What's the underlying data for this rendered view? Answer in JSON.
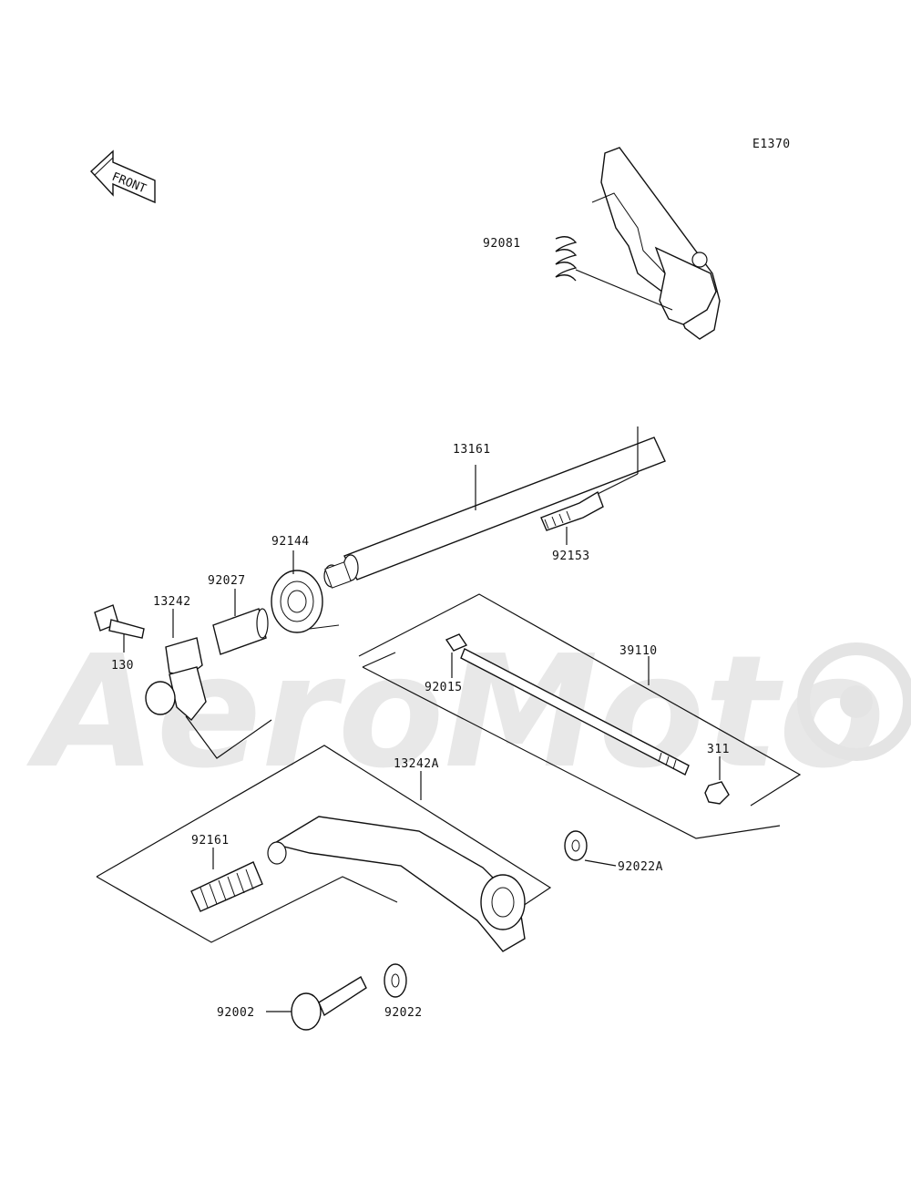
{
  "diagram": {
    "code": "E1370",
    "front_label": "FRONT",
    "watermark": "AeroMoto",
    "part_numbers": {
      "p92081": "92081",
      "p13161": "13161",
      "p92153": "92153",
      "p92144": "92144",
      "p92027": "92027",
      "p13242": "13242",
      "p130": "130",
      "p92015": "92015",
      "p39110": "39110",
      "p311": "311",
      "p13242A": "13242A",
      "p92161": "92161",
      "p92022A": "92022A",
      "p92002": "92002",
      "p92022": "92022"
    }
  }
}
